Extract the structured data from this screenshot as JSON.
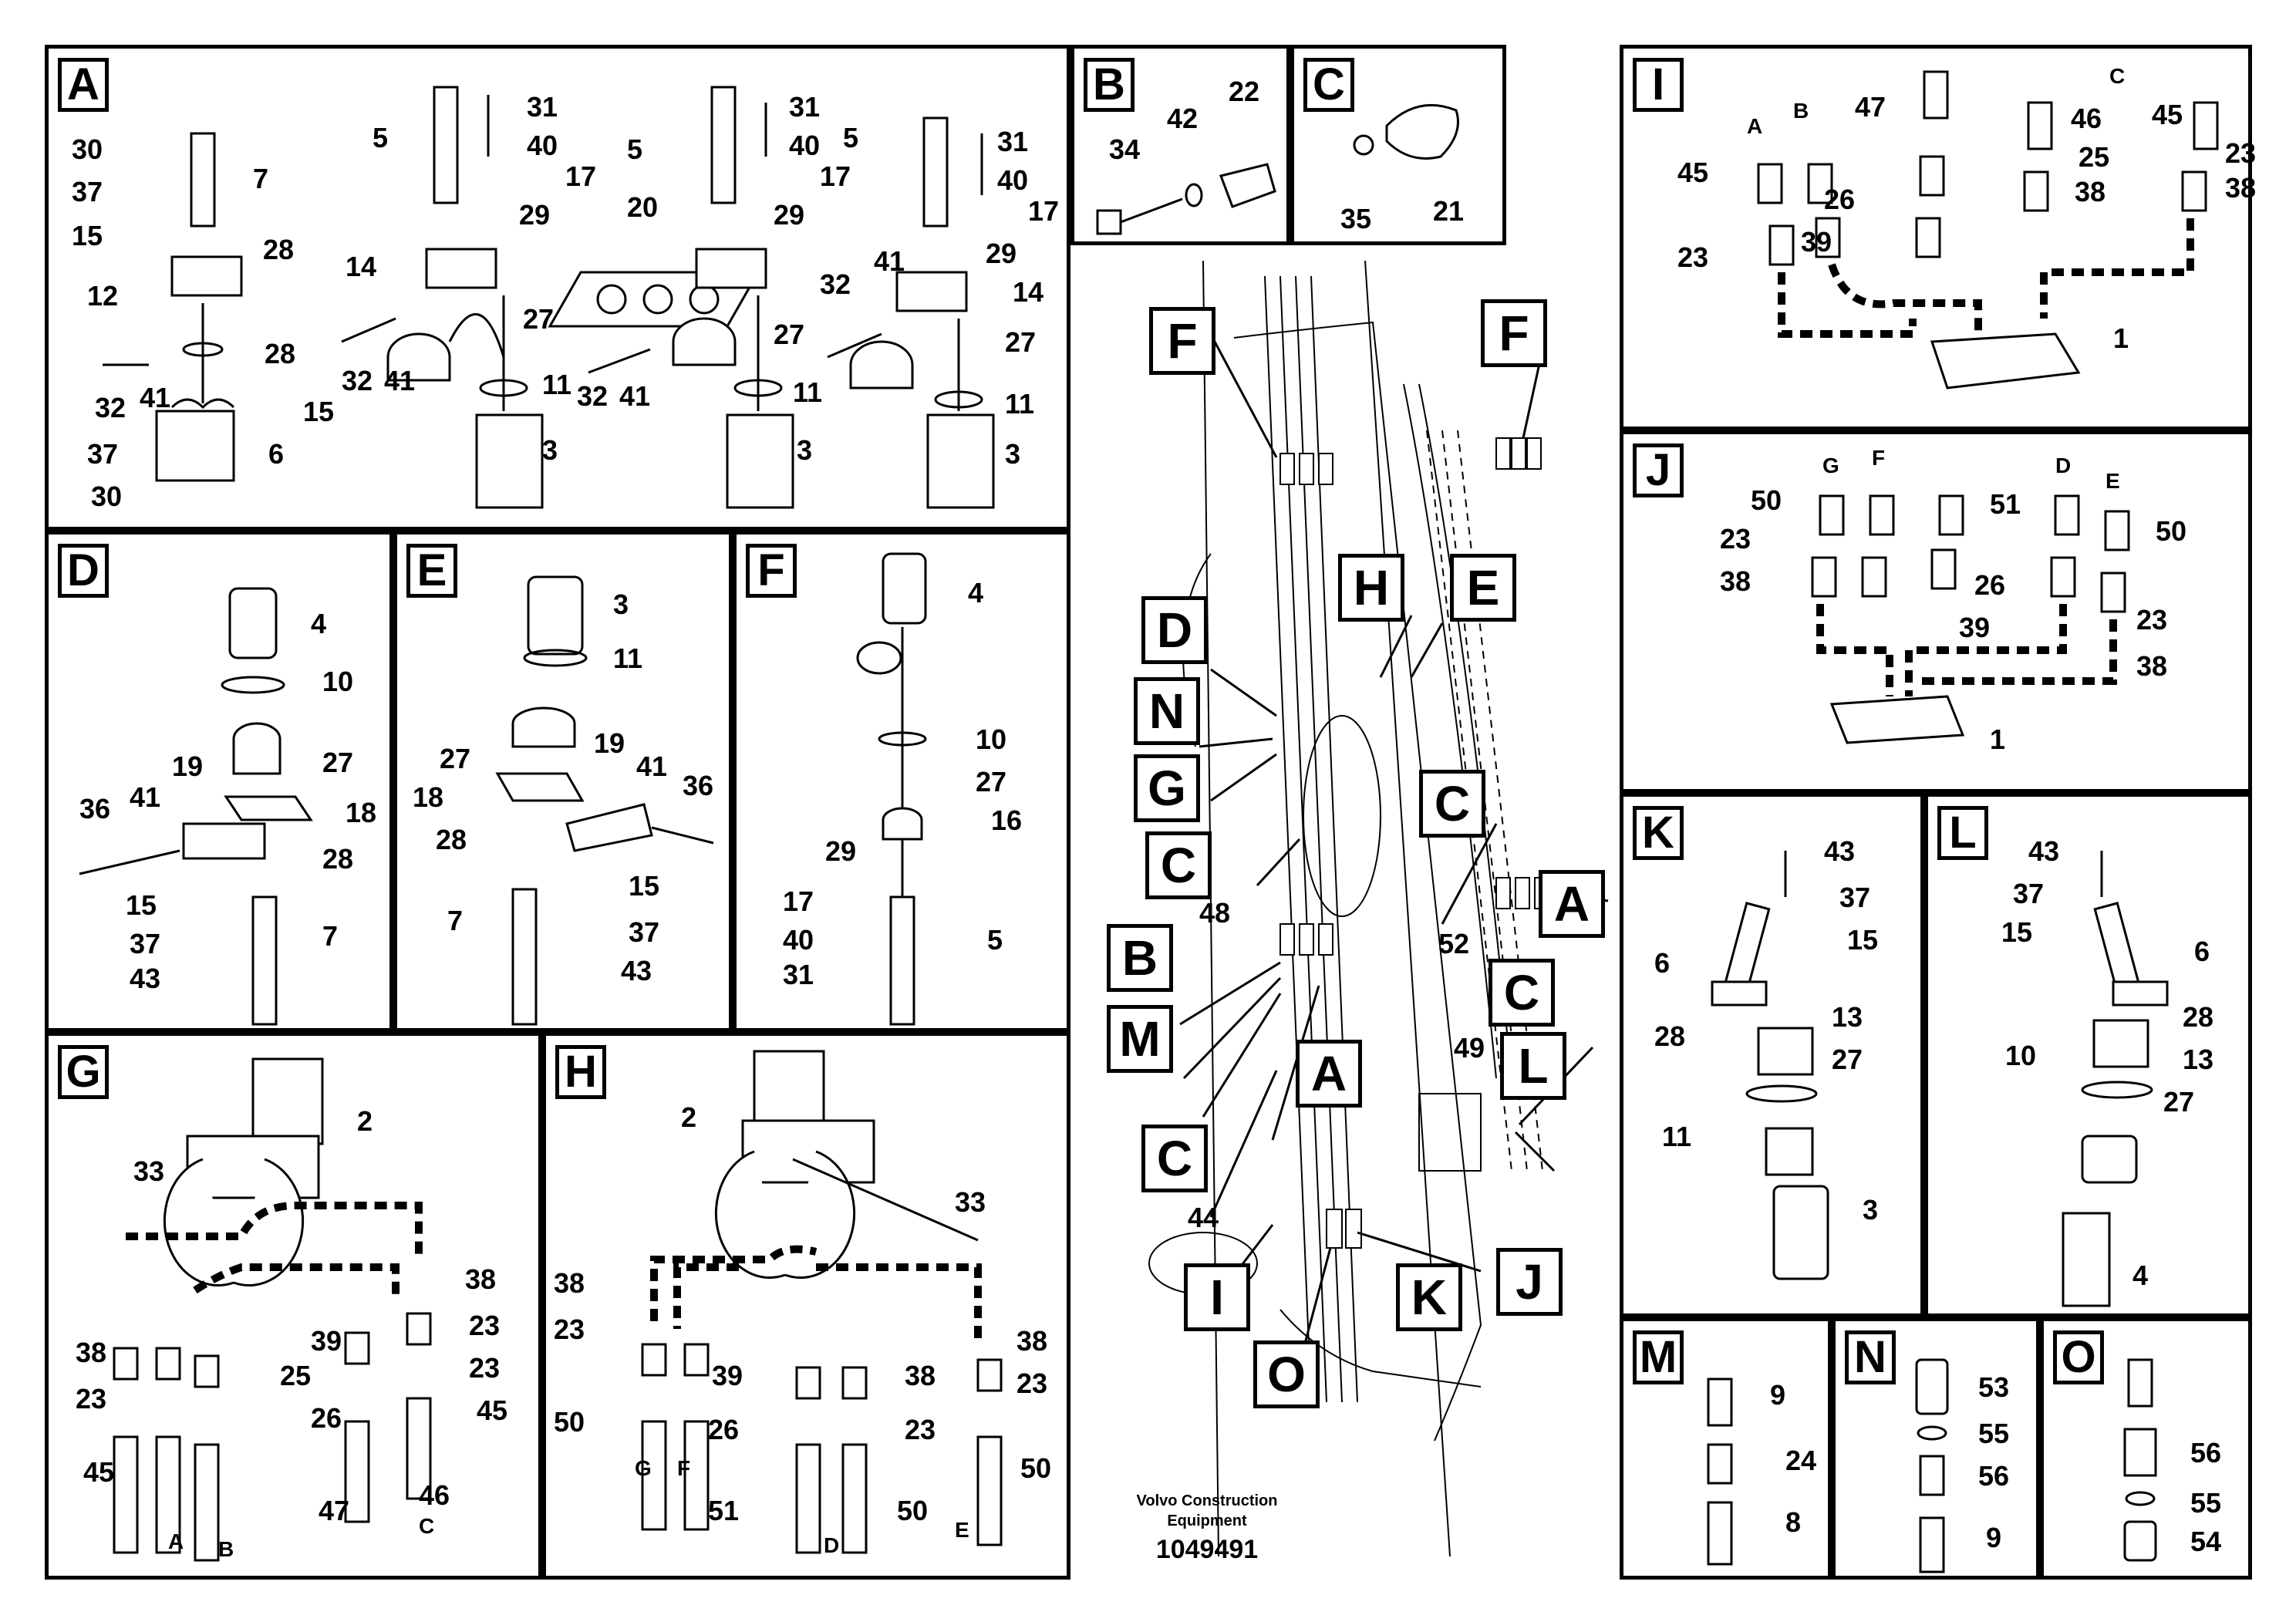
{
  "footer": {
    "company_line1": "Volvo Construction",
    "company_line2": "Equipment",
    "drawing_number": "1049491"
  },
  "panels": {
    "A": {
      "label": "A",
      "parts": [
        "30",
        "37",
        "15",
        "7",
        "28",
        "12",
        "32",
        "41",
        "28",
        "15",
        "37",
        "6",
        "30",
        "5",
        "31",
        "40",
        "17",
        "29",
        "14",
        "27",
        "32",
        "41",
        "11",
        "3",
        "20",
        "5",
        "31",
        "40",
        "17",
        "29",
        "27",
        "32",
        "41",
        "11",
        "3",
        "5",
        "31",
        "40",
        "17",
        "29",
        "14",
        "32",
        "41",
        "27",
        "11",
        "3"
      ]
    },
    "B": {
      "label": "B",
      "parts": [
        "34",
        "42",
        "22"
      ]
    },
    "C": {
      "label": "C",
      "parts": [
        "35",
        "21"
      ]
    },
    "D": {
      "label": "D",
      "parts": [
        "4",
        "10",
        "27",
        "36",
        "41",
        "19",
        "18",
        "28",
        "15",
        "7",
        "37",
        "43"
      ]
    },
    "E": {
      "label": "E",
      "parts": [
        "3",
        "11",
        "27",
        "18",
        "19",
        "41",
        "36",
        "28",
        "15",
        "7",
        "37",
        "43"
      ]
    },
    "F": {
      "label": "F",
      "parts": [
        "4",
        "10",
        "27",
        "16",
        "29",
        "17",
        "40",
        "31",
        "5"
      ]
    },
    "G": {
      "label": "G",
      "parts": [
        "2",
        "33",
        "38",
        "38",
        "23",
        "39",
        "25",
        "23",
        "23",
        "26",
        "45",
        "46",
        "45",
        "47"
      ],
      "hose_letters": [
        "A",
        "B",
        "C"
      ]
    },
    "H": {
      "label": "H",
      "parts": [
        "2",
        "33",
        "38",
        "38",
        "23",
        "39",
        "38",
        "23",
        "50",
        "26",
        "23",
        "50",
        "51",
        "50"
      ],
      "hose_letters": [
        "G",
        "F",
        "D",
        "E"
      ]
    },
    "I": {
      "label": "I",
      "parts": [
        "47",
        "46",
        "45",
        "45",
        "25",
        "23",
        "26",
        "38",
        "39",
        "23",
        "38",
        "1"
      ],
      "hose_letters": [
        "A",
        "B",
        "C"
      ]
    },
    "J": {
      "label": "J",
      "parts": [
        "50",
        "51",
        "50",
        "23",
        "26",
        "38",
        "39",
        "23",
        "38",
        "1"
      ],
      "hose_letters": [
        "G",
        "F",
        "D",
        "E"
      ]
    },
    "K": {
      "label": "K",
      "parts": [
        "43",
        "37",
        "15",
        "6",
        "28",
        "13",
        "27",
        "11",
        "3"
      ]
    },
    "L": {
      "label": "L",
      "parts": [
        "43",
        "37",
        "15",
        "6",
        "28",
        "13",
        "10",
        "27",
        "4"
      ]
    },
    "M": {
      "label": "M",
      "parts": [
        "9",
        "24",
        "8"
      ]
    },
    "N": {
      "label": "N",
      "parts": [
        "53",
        "55",
        "56",
        "9"
      ]
    },
    "O": {
      "label": "O",
      "parts": [
        "56",
        "55",
        "54"
      ]
    }
  },
  "overview": {
    "callouts": [
      "F",
      "F",
      "D",
      "H",
      "E",
      "N",
      "G",
      "C",
      "C",
      "A",
      "B",
      "M",
      "C",
      "A",
      "L",
      "C",
      "I",
      "K",
      "J",
      "O"
    ],
    "parts": [
      "48",
      "52",
      "49",
      "44"
    ]
  }
}
